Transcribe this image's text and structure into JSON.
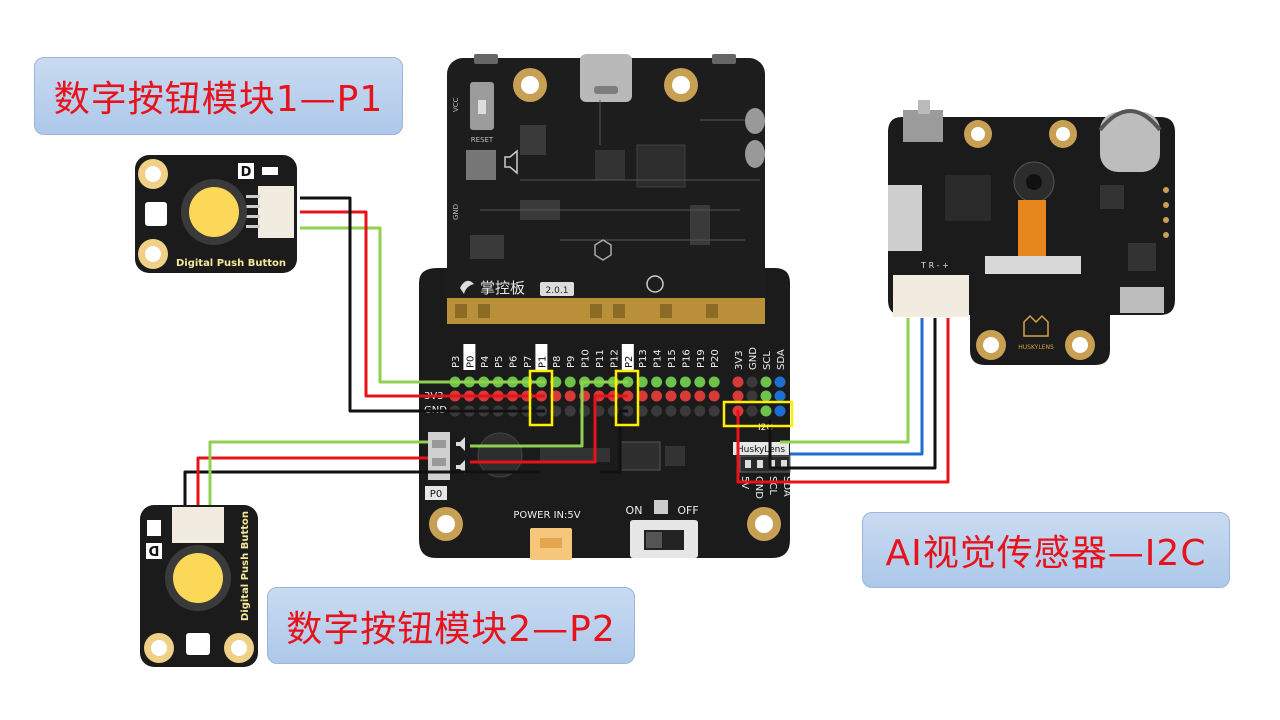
{
  "labels": {
    "button1": "数字按钮模块1—P1",
    "button2": "数字按钮模块2—P2",
    "sensor": "AI视觉传感器—I2C"
  },
  "board": {
    "brand": "掌控板",
    "version": "2.0.1",
    "reset": "RESET",
    "vcc": "VCC",
    "gnd": "GND",
    "power_in": "POWER IN:5V",
    "on": "ON",
    "off": "OFF",
    "p0_badge": "P0",
    "row_3v3": "3V3",
    "row_gnd": "GND",
    "pins_top": [
      "P3",
      "P0",
      "P4",
      "P5",
      "P6",
      "P7",
      "P1",
      "P8",
      "P9",
      "P10",
      "P11",
      "P12",
      "P2",
      "P13",
      "P14",
      "P15",
      "P16",
      "P19",
      "P20"
    ],
    "i2c_top": [
      "3V3",
      "GND",
      "SCL",
      "SDA"
    ],
    "i2c_label": "I2C",
    "huskylens_tag": "HuskyLens",
    "i2c_bottom": [
      "5V",
      "GND",
      "SCL",
      "SDA"
    ]
  },
  "button_module": {
    "name": "Digital Push Button",
    "d_mark": "D"
  },
  "sensor_module": {
    "brand": "HUSKYLENS",
    "pins": "T  R  -  +"
  },
  "colors": {
    "signal": "#8fd14f",
    "power": "#e8121b",
    "ground": "#111111",
    "scl": "#1f6fd1",
    "highlight": "#ffef00",
    "callout_text": "#e8121b"
  }
}
